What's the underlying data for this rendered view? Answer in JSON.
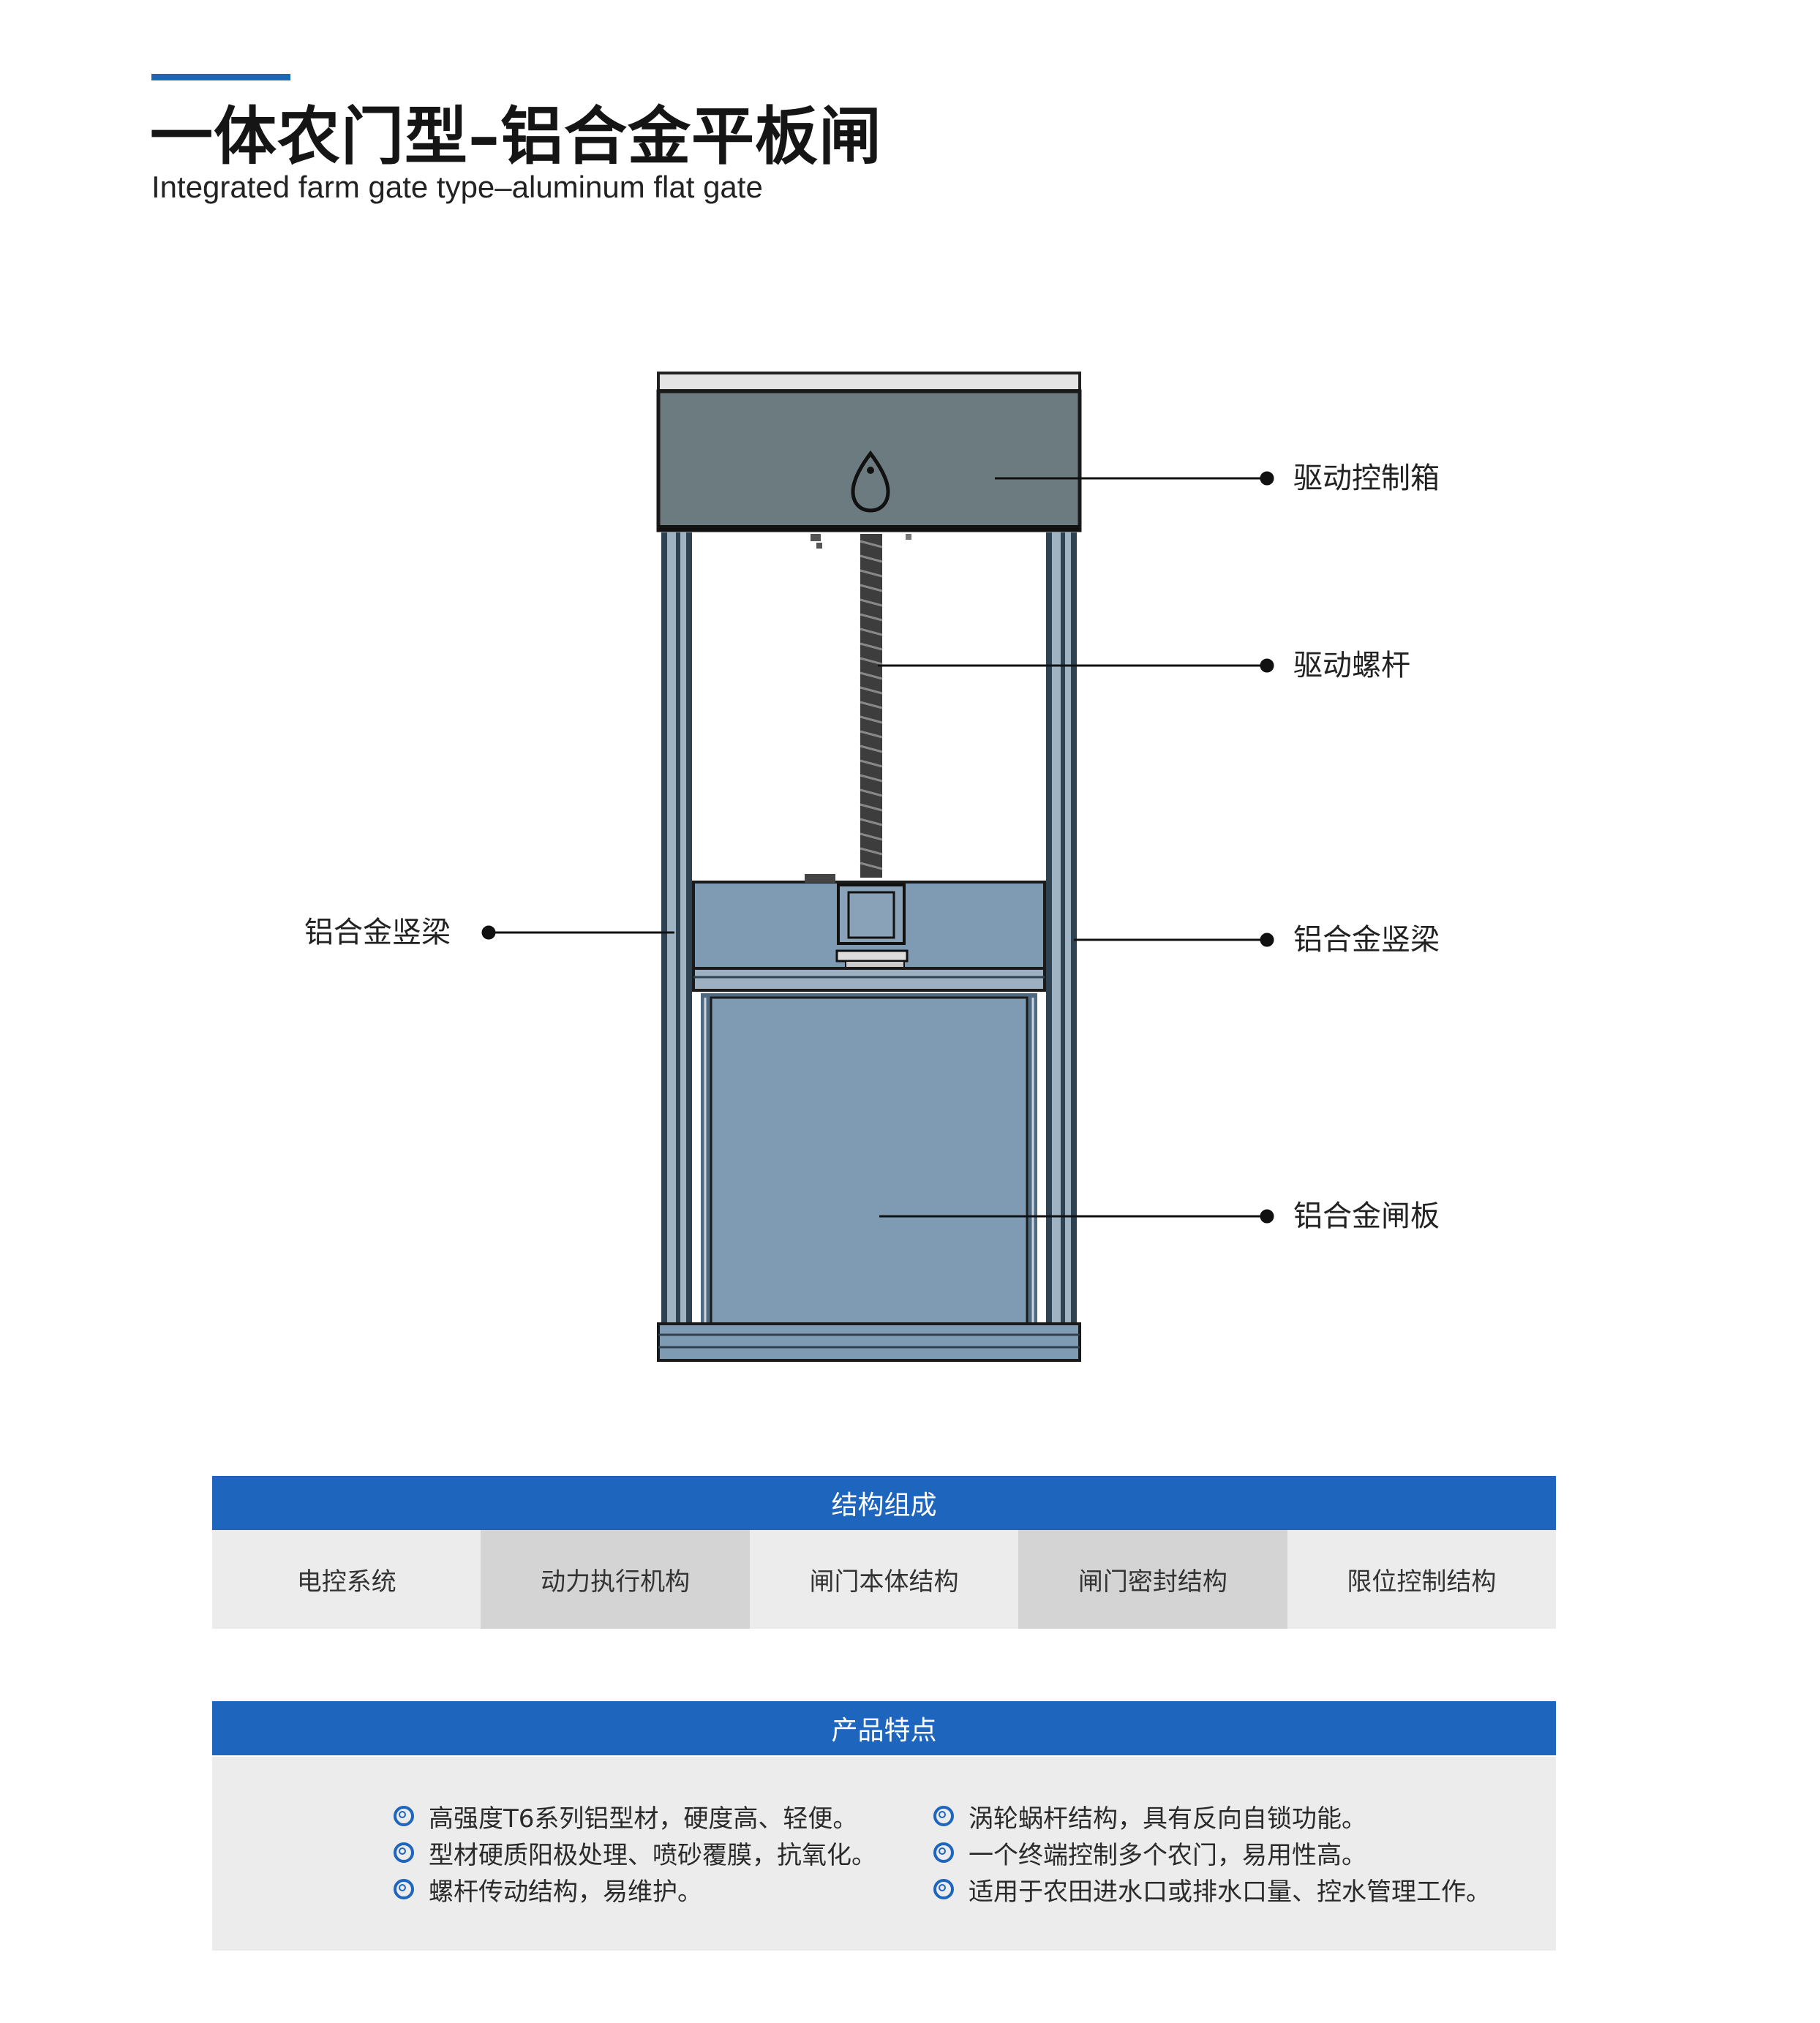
{
  "header": {
    "title": "一体农门型–铝合金平板闸",
    "subtitle": "Integrated farm gate type–aluminum flat gate"
  },
  "diagram": {
    "labels": {
      "drive_box": "驱动控制箱",
      "drive_screw": "驱动螺杆",
      "left_beam": "铝合金竖梁",
      "right_beam": "铝合金竖梁",
      "gate_plate": "铝合金闸板"
    }
  },
  "structure": {
    "title": "结构组成",
    "items": [
      "电控系统",
      "动力执行机构",
      "闸门本体结构",
      "闸门密封结构",
      "限位控制结构"
    ]
  },
  "features": {
    "title": "产品特点",
    "left": [
      "高强度T6系列铝型材，硬度高、轻便。",
      "型材硬质阳极处理、喷砂覆膜，抗氧化。",
      "螺杆传动结构，易维护。"
    ],
    "right": [
      "涡轮蜗杆结构，具有反向自锁功能。",
      "一个终端控制多个农门，易用性高。",
      "适用于农田进水口或排水口量、控水管理工作。"
    ]
  },
  "colors": {
    "accent": "#1d65bd",
    "control_box": "#6b7b7f",
    "gate_plate": "#7f9bb3",
    "cell_light": "#ececec",
    "cell_dark": "#d4d4d4"
  }
}
